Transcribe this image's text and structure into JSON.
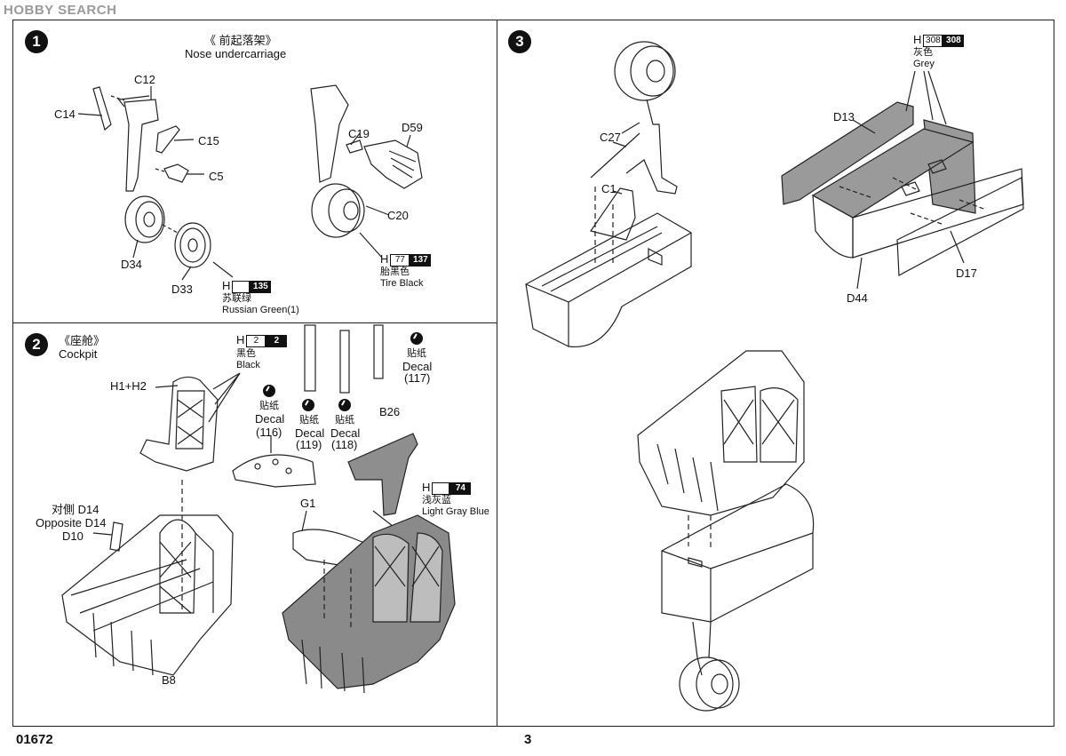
{
  "watermark": "HOBBY SEARCH",
  "footer": {
    "left": "01672",
    "center": "3"
  },
  "step1": {
    "number": "1",
    "title_cn": "《 前起落架》",
    "title_en": "Nose undercarriage",
    "parts": [
      "C12",
      "C14",
      "C15",
      "C5",
      "D34",
      "D33",
      "C19",
      "D59",
      "C20"
    ],
    "paint_green": {
      "h": "H",
      "code": "135",
      "cn": "苏联绿",
      "en": "Russian Green(1)"
    },
    "paint_tire": {
      "h": "H",
      "code_outline": "77",
      "code_filled": "137",
      "cn": "胎黑色",
      "en": "Tire Black"
    }
  },
  "step2": {
    "number": "2",
    "title_cn": "《座舱》",
    "title_en": "Cockpit",
    "parts": [
      "H1+H2",
      "B26",
      "G1",
      "B8"
    ],
    "opposite_cn": "对側 D14",
    "opposite_en": "Opposite D14",
    "d10": "D10",
    "paint_black": {
      "h": "H",
      "code_outline": "2",
      "code_filled": "2",
      "cn": "黑色",
      "en": "Black"
    },
    "paint_gray": {
      "h": "H",
      "code": "74",
      "cn": "浅灰蓝",
      "en": "Light Gray Blue"
    },
    "decals": [
      {
        "cn": "贴纸",
        "en": "Decal",
        "num": "(116)"
      },
      {
        "cn": "贴纸",
        "en": "Decal",
        "num": "(119)"
      },
      {
        "cn": "贴纸",
        "en": "Decal",
        "num": "(118)"
      },
      {
        "cn": "贴纸",
        "en": "Decal",
        "num": "(117)"
      }
    ]
  },
  "step3": {
    "number": "3",
    "parts": [
      "C27",
      "C1",
      "D13",
      "D44",
      "D17"
    ],
    "paint_grey": {
      "h": "H",
      "code_outline": "308",
      "code_filled": "308",
      "cn": "灰色",
      "en": "Grey"
    }
  }
}
